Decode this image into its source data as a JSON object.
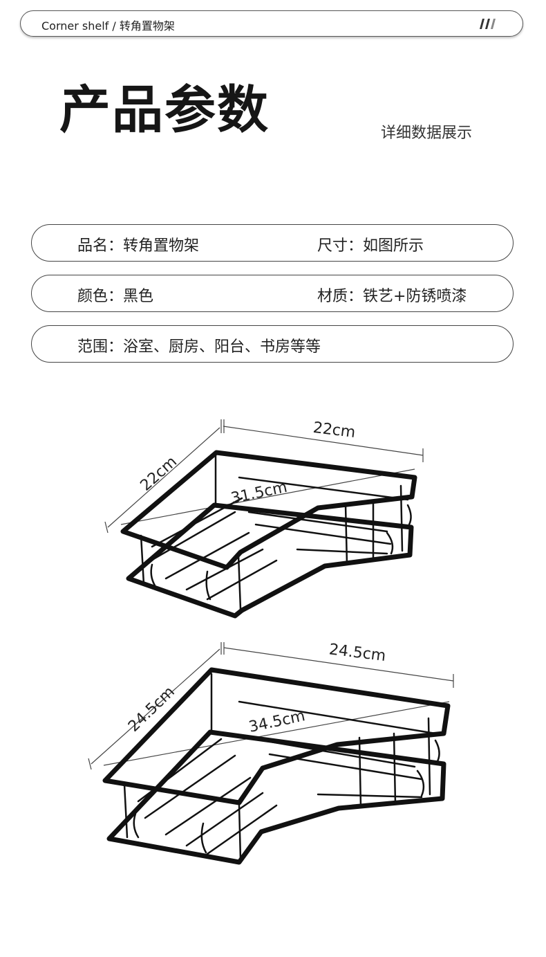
{
  "header": {
    "title": "Corner shelf / 转角置物架",
    "heading": "产品参数",
    "subheading": "详细数据展示"
  },
  "specs": [
    {
      "left": "品名：转角置物架",
      "right": "尺寸：如图所示"
    },
    {
      "left": "颜色：黑色",
      "right": "材质：铁艺+防锈喷漆"
    },
    {
      "left": "范围：浴室、厨房、阳台、书房等等",
      "right": ""
    }
  ],
  "products": [
    {
      "side_left": "22cm",
      "side_right": "22cm",
      "diagonal": "31.5cm"
    },
    {
      "side_left": "24.5cm",
      "side_right": "24.5cm",
      "diagonal": "34.5cm"
    }
  ],
  "colors": {
    "accent": "#111111",
    "border": "#444444"
  }
}
